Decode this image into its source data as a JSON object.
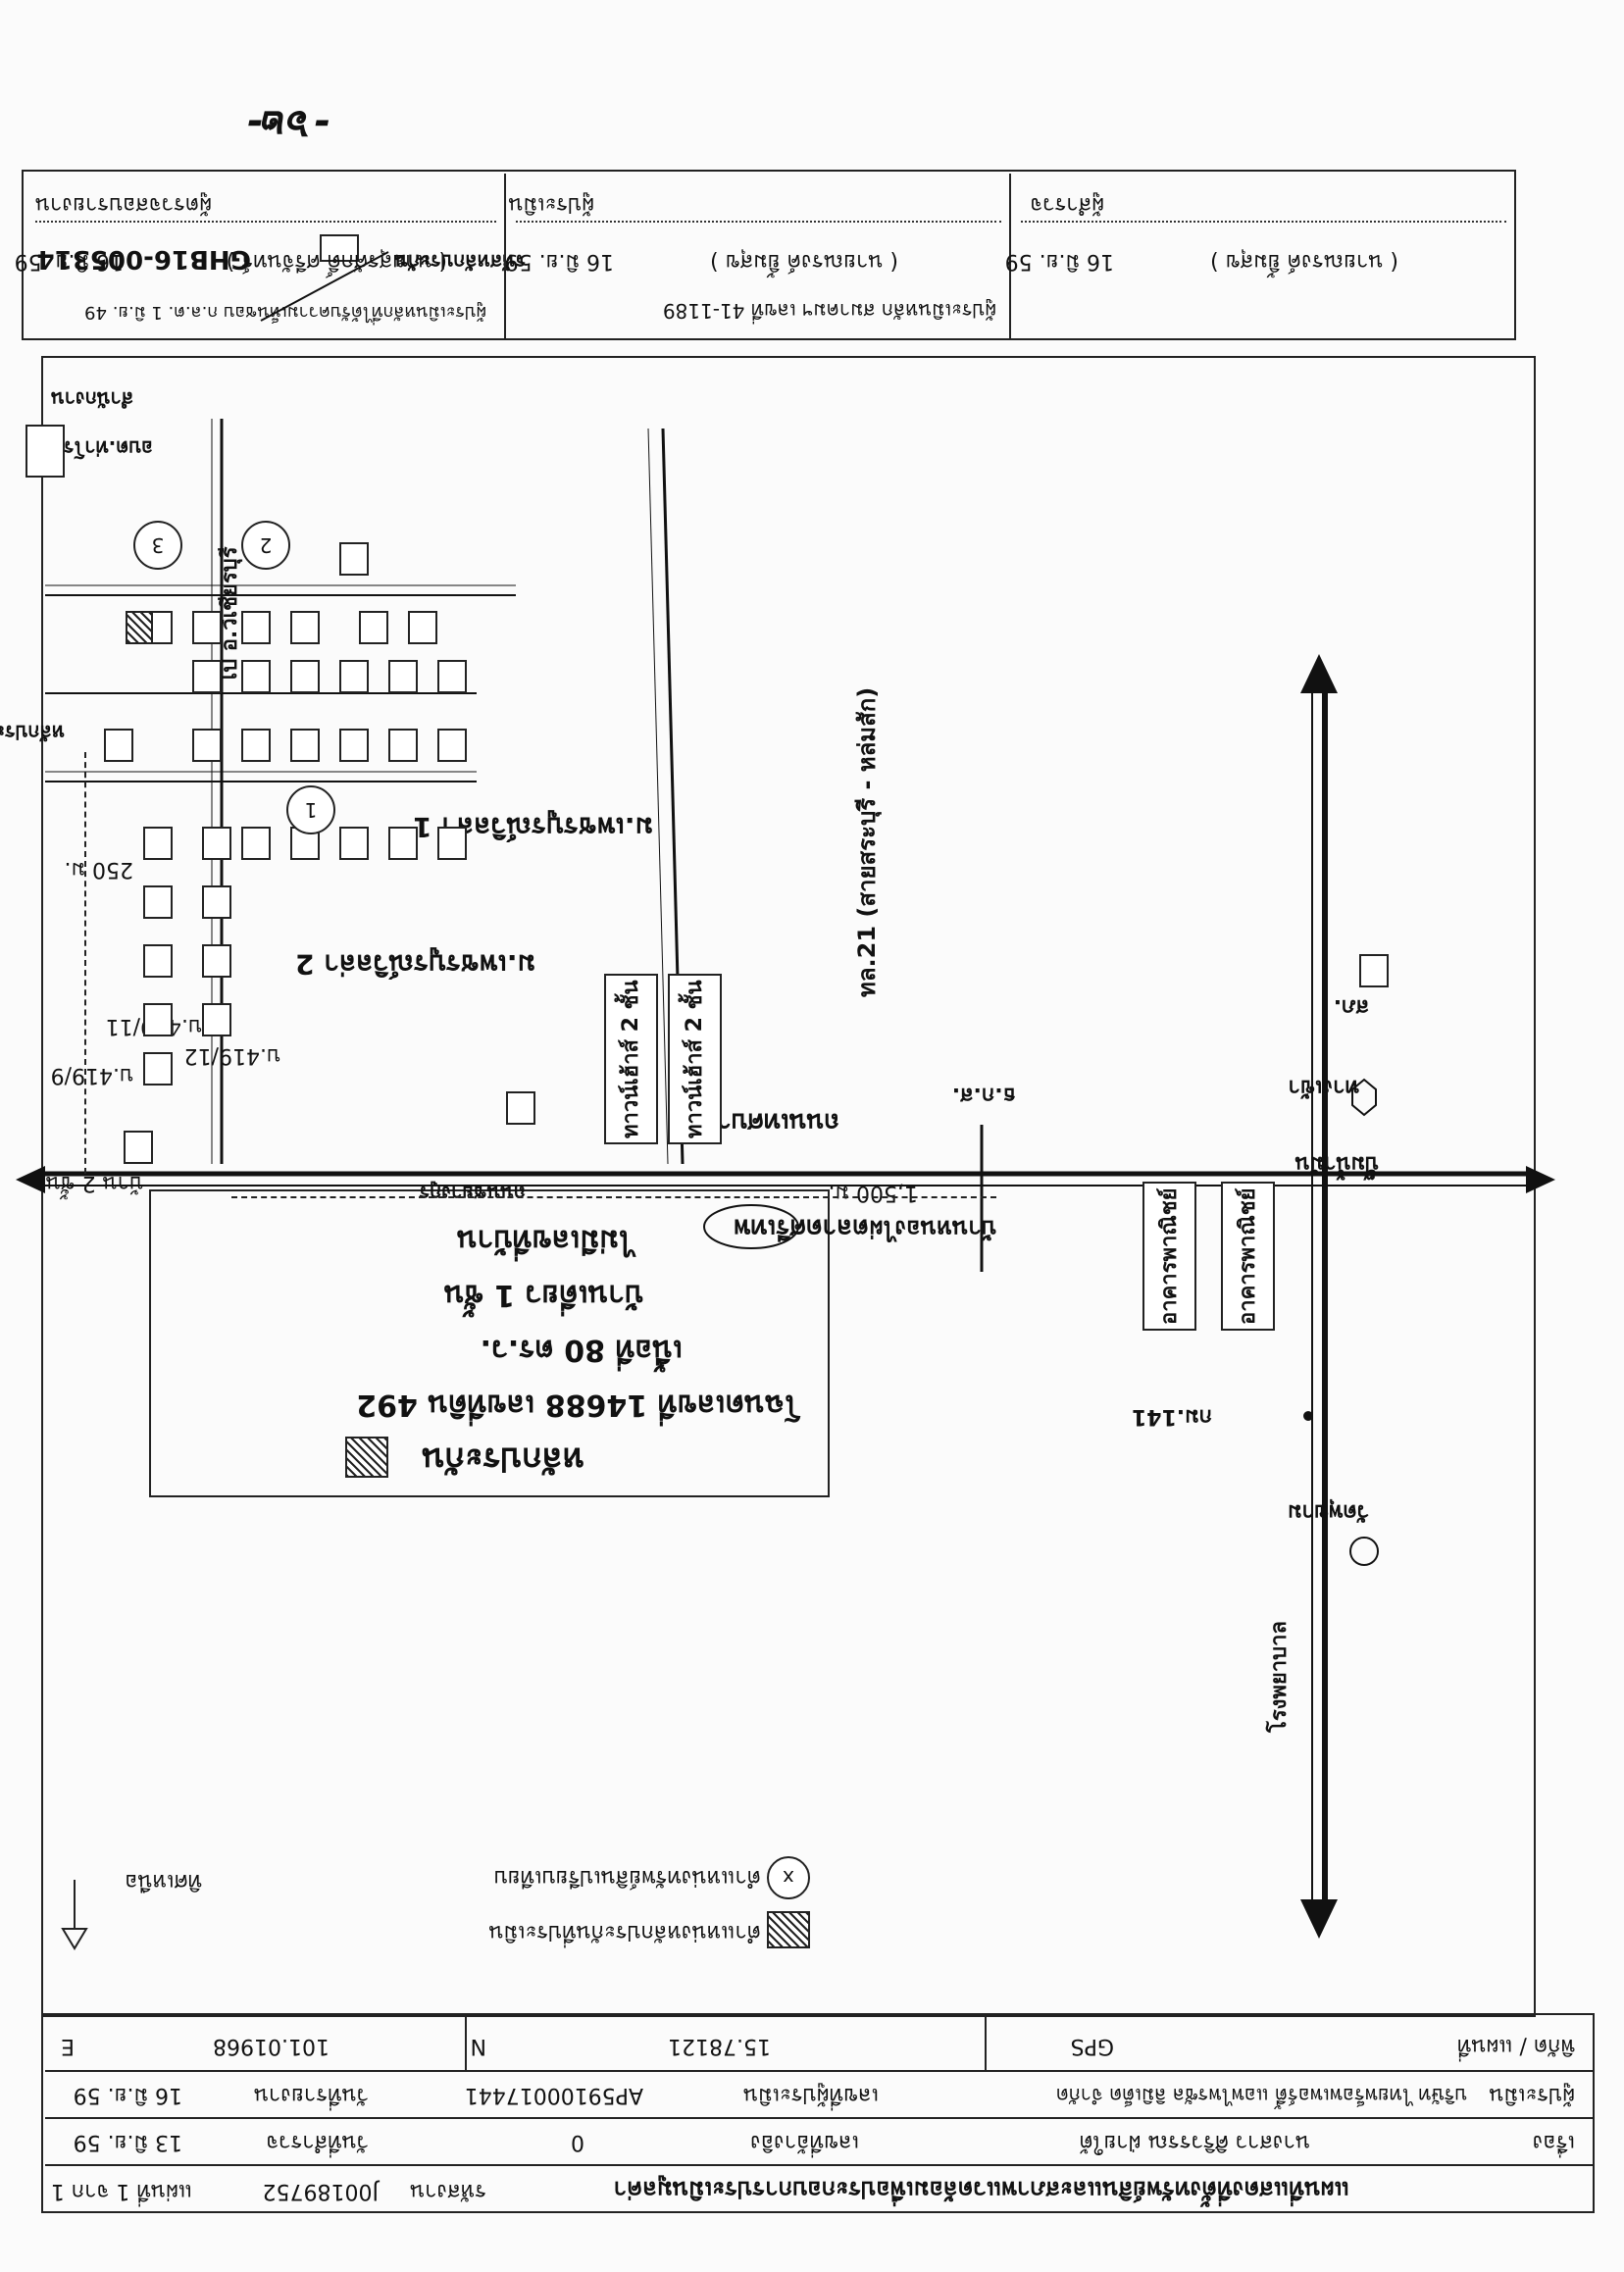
{
  "page_mark": "-๖๒-",
  "header": {
    "title": "แผนที่แสดงที่ตั้งทรัพย์สินและสภาพแวดล้อมเพื่อประกอบการประเมินมูลค่า",
    "page": "แผ่นที่ 1 จาก 1",
    "job_code_label": "รหัสงาน",
    "job_code": "J00189752",
    "subject_label": "เรื่อง",
    "subject_value": "นางสาว ศิริวรรณ ฝ่ายใต้",
    "valuer_code_label": "เลขที่อ้างอิง",
    "valuer_code": "0",
    "survey_date_label": "วันที่สำรวจ",
    "survey_date": "13 มิ.ย. 59",
    "company_label": "ผู้ประเมิน",
    "company": "บริษัท ไทยพร็อพเพอร์ตี้ แอพไพรซัล ลิมิเต็ด จำกัด",
    "license_label": "เลขที่ผู้ประเมิน",
    "license": "AP59100017441",
    "report_date_label": "วันที่รายงาน",
    "report_date": "16 มิ.ย. 59",
    "coord_label": "พิกัด / แผนที่",
    "gps_label": "GPS",
    "lat": "15.78121",
    "lat_dir": "N",
    "lon": "101.01968",
    "lon_dir": "E"
  },
  "legend": {
    "hatched": "ตำแหน่งหลักประกันที่ประเมิน",
    "circled_x": "ตำแหน่งทรัพย์สินเปรียบเทียบ",
    "north": "ทิศเหนือ"
  },
  "collateral_box": {
    "title": "หลักประกัน",
    "line1": "โฉนดเลขที่ 14688 เลขที่ดิน 492",
    "line2": "เนื้อที่ 80 ตร.ว.",
    "line3": "บ้านเดี่ยว 1 ชั้น",
    "line4": "ไม่มีเลขที่บ้าน"
  },
  "map_labels": {
    "highway21": "ทล.21 (สายสระบุรี - หล่มสัก)",
    "road_local": "ถนนเทศบาล 4",
    "village2": "ม.เพชรบูรณ์วิลล่า 2",
    "village1": "ม.เพชรบูรณ์วิลล่า 1",
    "bank": "ธ.ก.ส.",
    "km141": "กม.141",
    "market": "ตลาดศรีเทพ",
    "school1": "บ้านหนองไผ่",
    "dist_1500": "1,500 ม.",
    "dist_250": "250 ม.",
    "to_lomsak": "ไป อ.วิเชียรบุรี",
    "road_name": "ถนนชยางกูร",
    "gas": "ปั๊มน้ำมัน",
    "police": "สภ.",
    "house2": "บ้าน 2 ชั้น",
    "house_num_a": "บ.419/9",
    "house_num_b": "บ.419/11",
    "house_num_c": "บ.419/12",
    "right_label": "ทางเข้า",
    "bldg_a": "อาคารพาณิชย์",
    "bldg_b": "อาคารพาณิชย์",
    "bldg_c": "ทาวน์เฮ้าส์ 2 ชั้น",
    "bldg_d": "ทาวน์เฮ้าส์ 2 ชั้น",
    "hospital": "โรงพยาบาล",
    "temple": "วัดพุขาม",
    "comp_house": "หลักประกัน",
    "office_left": "อบต.ท่าโรง",
    "top_code_label": "รหัสหลักประกัน",
    "top_code": "GHB16-005314",
    "village_right": "สำนักงาน",
    "c1": "1",
    "c2": "2",
    "c3": "3"
  },
  "signatures": {
    "s1_role": "ผู้สำรวจ",
    "s1_name": "( นายณรงค์ ยิ้มสุข )",
    "s1_date": "16 มิ.ย. 59",
    "s2_role": "ผู้ประเมิน",
    "s2_name": "( นายณรงค์ ยิ้มสุข )",
    "s2_date": "16 มิ.ย. 59",
    "s2_license": "ผู้ประเมินหลัก สมาคมฯ เลขที่ 41-1189",
    "s3_role": "ผู้ตรวจสอบรายงาน",
    "s3_name": "( นายสุรศักดิ์ ศรีจันทร์ )",
    "s3_date": "16 มิ.ย. 59",
    "s3_license": "ผู้ประเมินหลักที่ได้รับความเห็นชอบ ก.ล.ต. 1 มิ.ย. 49"
  }
}
